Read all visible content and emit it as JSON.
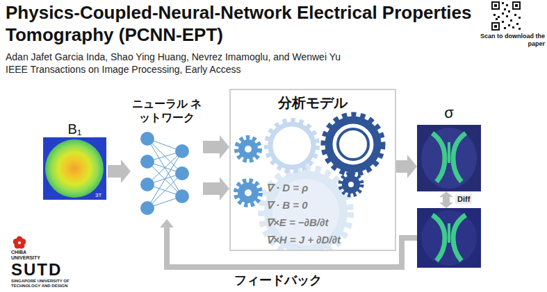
{
  "diagram": {
    "title": "Physics-Coupled-Neural-Network Electrical Properties Tomography (PCNN-EPT)",
    "nodes": [
      {
        "text": [
          "B₁"
        ]
      },
      {
        "text": [
          "ニューラル ネットワーク"
        ]
      },
      {
        "text": [
          "分析モデル",
          "∇ · D = ρ",
          "∇ · B = 0",
          "∇×E = −∂B/∂t",
          "∇×H = J + ∂D/∂t"
        ]
      },
      {
        "text": [
          "σ"
        ]
      },
      {
        "text": []
      }
    ],
    "edges": [
      {
        "from": 0,
        "to": 1,
        "arrow": "to"
      },
      {
        "from": 1,
        "to": 2,
        "arrow": "to"
      },
      {
        "from": 1,
        "to": 2,
        "arrow": "to"
      },
      {
        "from": 2,
        "to": 3,
        "arrow": "to"
      },
      {
        "from": 3,
        "to": 4,
        "arrow": "both",
        "label": "Diff"
      },
      {
        "from": 4,
        "to": 1,
        "arrow": "to",
        "label": "フィードバック"
      }
    ],
    "labels": [
      "Adan Jafet Garcia Inda, Shao Ying Huang, Nevrez Imamoglu, and Wenwei Yu",
      "IEEE Transactions on Image Processing, Early Access",
      "Scan to download the paper",
      "3T",
      "CHIBA UNIVERSITY",
      "SUTD",
      "SINGAPORE UNIVERSITY OF TECHNOLOGY AND DESIGN"
    ]
  }
}
